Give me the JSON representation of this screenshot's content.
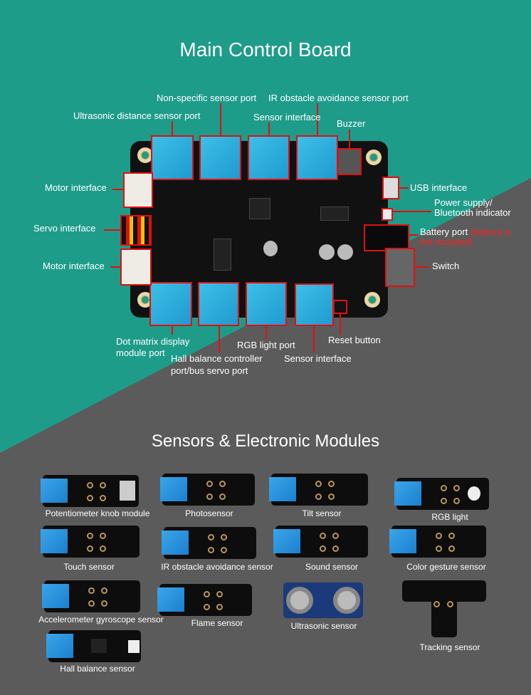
{
  "main_board": {
    "title": "Main Control Board",
    "labels": {
      "non_specific_sensor_port": "Non-specific sensor port",
      "ir_obstacle_port": "IR obstacle avoidance sensor port",
      "ultrasonic_port": "Ultrasonic distance sensor port",
      "sensor_interface_top": "Sensor interface",
      "buzzer": "Buzzer",
      "motor_interface_top": "Motor interface",
      "usb_interface": "USB interface",
      "power_indicator_line1": "Power supply/",
      "power_indicator_line2": "Bluetooth indicator",
      "servo_interface": "Servo interface",
      "battery_port": "Battery port",
      "battery_note_line1": "(battery is",
      "battery_note_line2": "not included)",
      "motor_interface_bottom": "Motor interface",
      "switch": "Switch",
      "dot_matrix_line1": "Dot matrix display",
      "dot_matrix_line2": "module port",
      "rgb_light_port": "RGB light port",
      "reset_button": "Reset button",
      "hall_line1": "Hall balance controller",
      "hall_line2": "port/bus servo port",
      "sensor_interface_bottom": "Sensor interface"
    }
  },
  "modules_section": {
    "title": "Sensors & Electronic Modules",
    "modules": [
      "Potentiometer knob module",
      "Photosensor",
      "Tilt sensor",
      "RGB light",
      "Touch sensor",
      "IR obstacle avoidance sensor",
      "Sound sensor",
      "Color gesture sensor",
      "Accelerometer gyroscope sensor",
      "Flame sensor",
      "Ultrasonic sensor",
      "Tracking sensor",
      "Hall balance sensor"
    ]
  },
  "colors": {
    "teal": "#1e9c8a",
    "gray": "#5b5b5b",
    "highlight": "#e01010"
  }
}
